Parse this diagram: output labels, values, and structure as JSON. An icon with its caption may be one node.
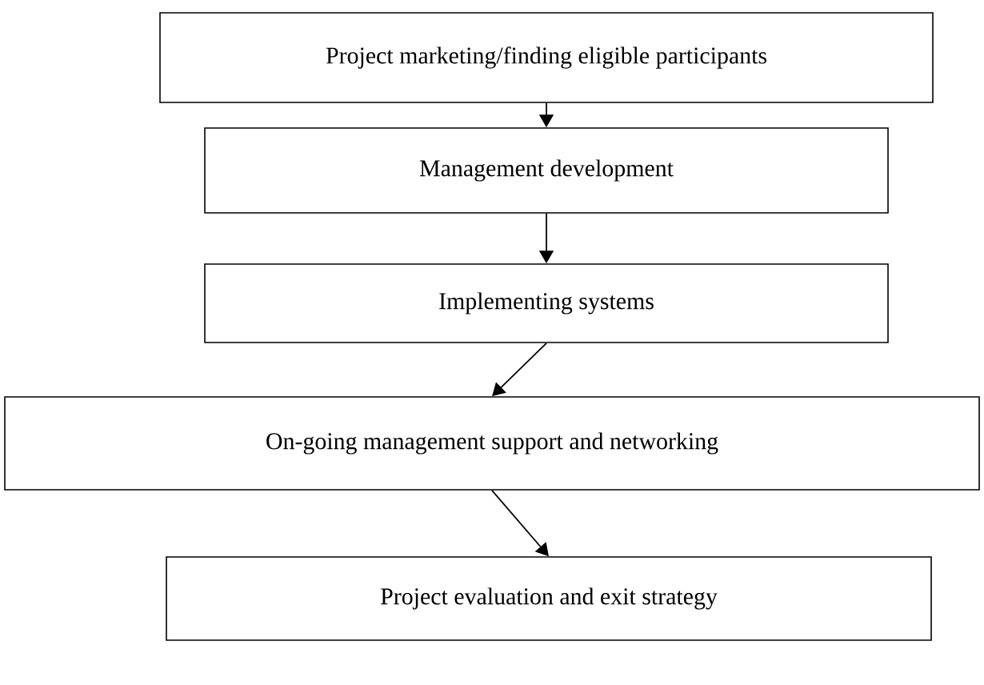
{
  "diagram": {
    "nodes": [
      {
        "text": [
          "Project marketing/finding eligible participants"
        ]
      },
      {
        "text": [
          "Management development"
        ]
      },
      {
        "text": [
          "Implementing systems"
        ]
      },
      {
        "text": [
          "On-going management support and networking"
        ]
      },
      {
        "text": [
          "Project evaluation and exit strategy"
        ]
      }
    ],
    "edges": [
      {
        "from": 0,
        "to": 1,
        "arrow": "to"
      },
      {
        "from": 1,
        "to": 2,
        "arrow": "to"
      },
      {
        "from": 2,
        "to": 3,
        "arrow": "to"
      },
      {
        "from": 3,
        "to": 4,
        "arrow": "to"
      }
    ]
  }
}
